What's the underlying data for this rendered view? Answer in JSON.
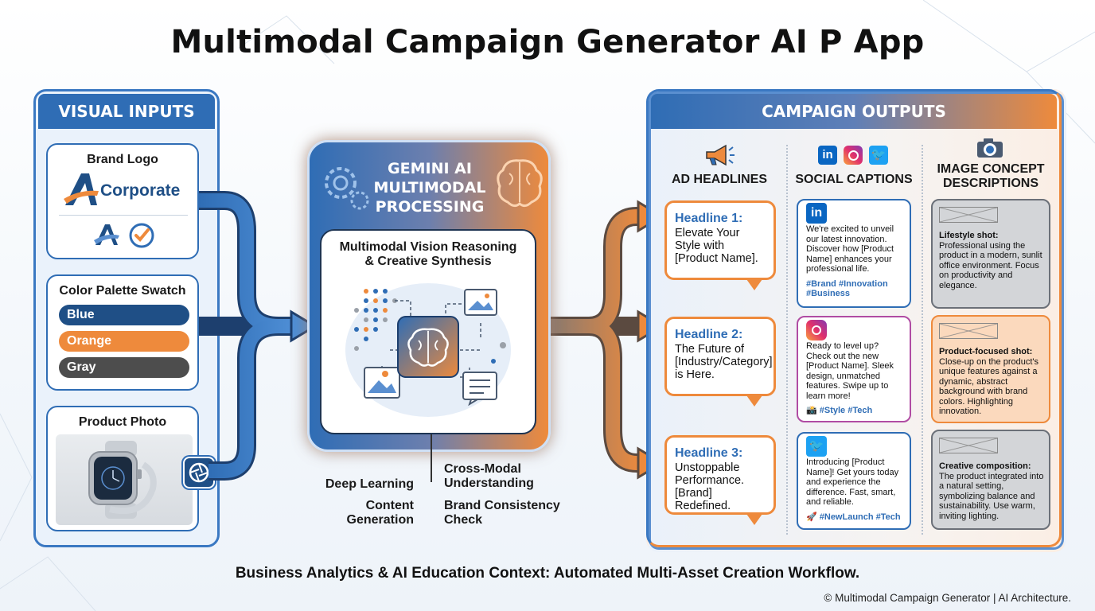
{
  "title": "Multimodal Campaign Generator AI P App",
  "inputs": {
    "header": "VISUAL INPUTS",
    "brand_logo": {
      "title": "Brand Logo",
      "wordmark": "Corporate"
    },
    "palette": {
      "title": "Color Palette Swatch",
      "swatches": [
        {
          "label": "Blue",
          "color": "#1f4f86"
        },
        {
          "label": "Orange",
          "color": "#ee8a3c"
        },
        {
          "label": "Gray",
          "color": "#4d4d4d"
        }
      ]
    },
    "product_photo": {
      "title": "Product Photo"
    }
  },
  "processing": {
    "title_line1": "GEMINI AI",
    "title_line2": "MULTIMODAL",
    "title_line3": "PROCESSING",
    "inner_title_line1": "Multimodal Vision Reasoning",
    "inner_title_line2": "& Creative Synthesis",
    "features": {
      "deep_learning": "Deep Learning",
      "content_gen_1": "Content",
      "content_gen_2": "Generation",
      "cross_modal_1": "Cross-Modal",
      "cross_modal_2": "Understanding",
      "brand_check_1": "Brand Consistency",
      "brand_check_2": "Check"
    }
  },
  "outputs": {
    "header": "CAMPAIGN OUTPUTS",
    "columns": {
      "headlines": "AD HEADLINES",
      "captions": "SOCIAL CAPTIONS",
      "concepts_1": "IMAGE CONCEPT",
      "concepts_2": "DESCRIPTIONS"
    },
    "headlines": [
      {
        "label": "Headline 1:",
        "text": "Elevate Your Style with [Product Name]."
      },
      {
        "label": "Headline 2:",
        "text": "The Future of [Industry/Category] is Here."
      },
      {
        "label": "Headline 3:",
        "text": "Unstoppable Performance. [Brand] Redefined."
      }
    ],
    "captions": [
      {
        "network": "linkedin",
        "text": "We're excited to unveil our latest innovation. Discover how [Product Name] enhances your professional life.",
        "tags": "#Brand #Innovation #Business"
      },
      {
        "network": "instagram",
        "text": "Ready to level up? Check out the new [Product Name]. Sleek design, unmatched features. Swipe up to learn more!",
        "tags": "📸 #Style #Tech"
      },
      {
        "network": "twitter",
        "text": "Introducing [Product Name]! Get yours today and experience the difference. Fast, smart, and reliable.",
        "tags": "🚀 #NewLaunch #Tech"
      }
    ],
    "concepts": [
      {
        "label": "Lifestyle shot:",
        "text": "Professional using the product in a modern, sunlit office environment. Focus on productivity and elegance."
      },
      {
        "label": "Product-focused shot:",
        "text": "Close-up on the product's unique features against a dynamic, abstract background with brand colors. Highlighting innovation."
      },
      {
        "label": "Creative composition:",
        "text": "The product integrated into a natural setting, symbolizing balance and sustainability. Use warm, inviting lighting."
      }
    ]
  },
  "footer": "Business Analytics & AI Education Context: Automated Multi-Asset Creation Workflow.",
  "copyright": "© Multimodal Campaign Generator | AI Architecture."
}
